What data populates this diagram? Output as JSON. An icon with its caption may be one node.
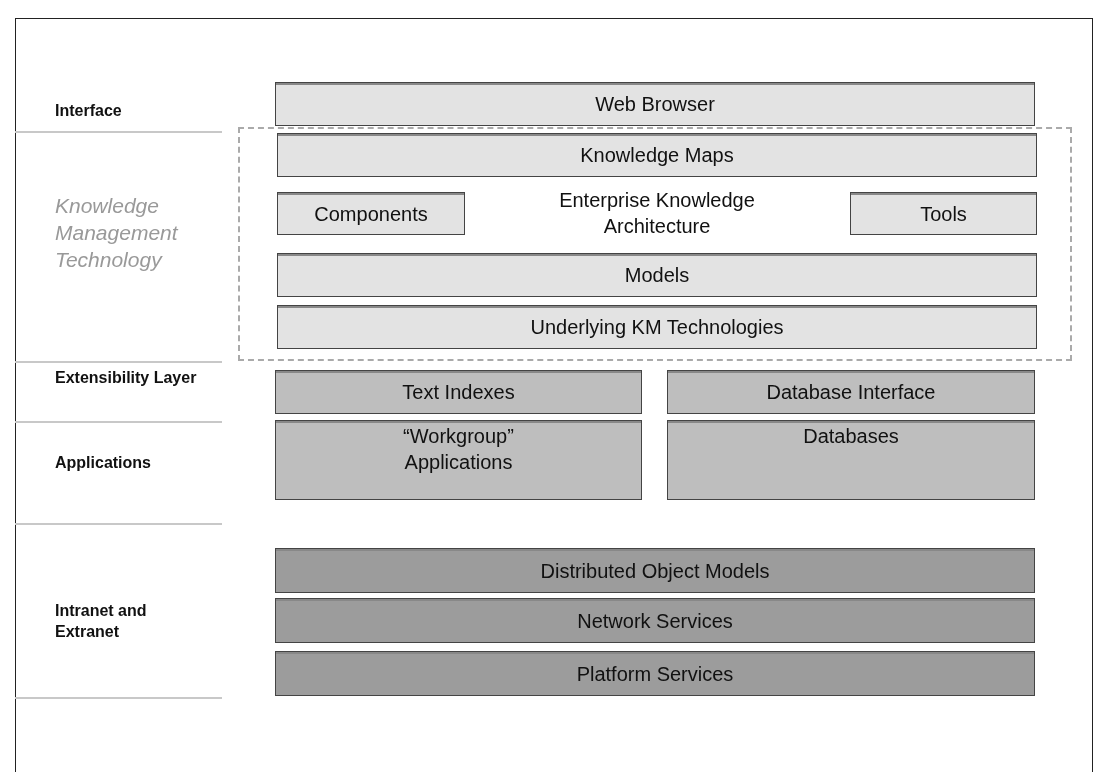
{
  "diagram": {
    "nodes": [
      {
        "text": [
          "Web Browser"
        ]
      },
      {
        "text": [
          "Enterprise Knowledge Architecture"
        ]
      },
      {
        "text": [
          "Knowledge Maps"
        ],
        "in": 1
      },
      {
        "text": [
          "Components"
        ],
        "in": 1
      },
      {
        "text": [
          "Tools"
        ],
        "in": 1
      },
      {
        "text": [
          "Models"
        ],
        "in": 1
      },
      {
        "text": [
          "Underlying KM Technologies"
        ],
        "in": 1
      },
      {
        "text": [
          "Text Indexes"
        ]
      },
      {
        "text": [
          "Database Interface"
        ]
      },
      {
        "text": [
          "“Workgroup” Applications"
        ]
      },
      {
        "text": [
          "Databases"
        ]
      },
      {
        "text": [
          "Distributed Object Models"
        ]
      },
      {
        "text": [
          "Network Services"
        ]
      },
      {
        "text": [
          "Platform Services"
        ]
      }
    ],
    "edges": [],
    "labels": [
      "Interface",
      "Knowledge Management Technology",
      "Extensibility Layer",
      "Applications",
      "Intranet and Extranet"
    ]
  }
}
